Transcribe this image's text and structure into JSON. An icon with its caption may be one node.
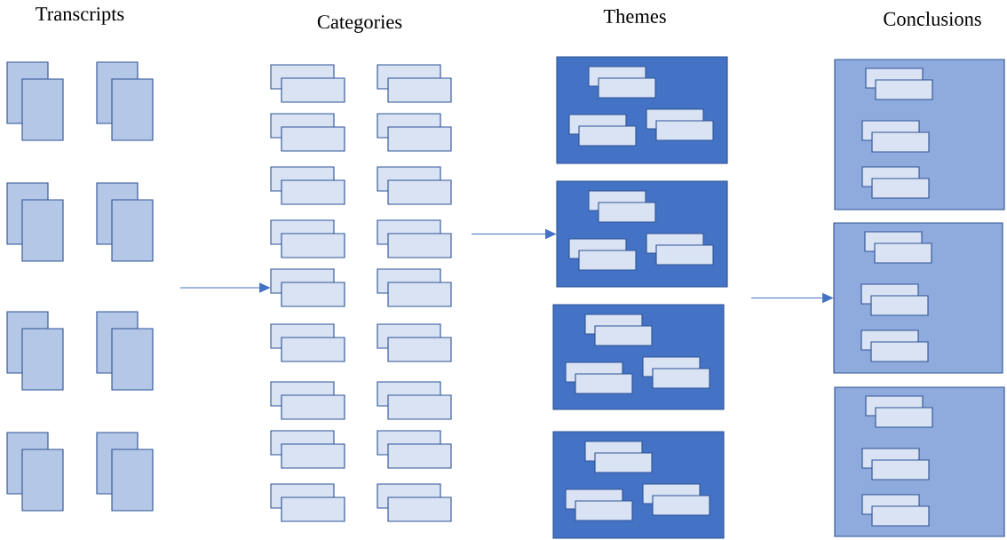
{
  "diagram": {
    "nodes": [
      {
        "text": [
          "Transcripts"
        ]
      },
      {
        "text": [],
        "shape": "box"
      },
      {
        "text": [],
        "shape": "box"
      },
      {
        "text": [],
        "shape": "box"
      },
      {
        "text": [],
        "shape": "box"
      },
      {
        "text": [],
        "shape": "box"
      },
      {
        "text": [],
        "shape": "box"
      },
      {
        "text": [],
        "shape": "box"
      },
      {
        "text": [],
        "shape": "box"
      },
      {
        "text": [
          "Categories"
        ]
      },
      {
        "text": [],
        "shape": "box"
      },
      {
        "text": [],
        "shape": "box"
      },
      {
        "text": [],
        "shape": "box"
      },
      {
        "text": [],
        "shape": "box"
      },
      {
        "text": [],
        "shape": "box"
      },
      {
        "text": [],
        "shape": "box"
      },
      {
        "text": [],
        "shape": "box"
      },
      {
        "text": [],
        "shape": "box"
      },
      {
        "text": [],
        "shape": "box"
      },
      {
        "text": [],
        "shape": "box"
      },
      {
        "text": [],
        "shape": "box"
      },
      {
        "text": [],
        "shape": "box"
      },
      {
        "text": [],
        "shape": "box"
      },
      {
        "text": [],
        "shape": "box"
      },
      {
        "text": [],
        "shape": "box"
      },
      {
        "text": [],
        "shape": "box"
      },
      {
        "text": [],
        "shape": "box"
      },
      {
        "text": [],
        "shape": "box"
      },
      {
        "text": [
          "Themes"
        ]
      },
      {
        "text": [],
        "shape": "box"
      },
      {
        "text": [],
        "shape": "box",
        "in": 29
      },
      {
        "text": [],
        "shape": "box",
        "in": 29
      },
      {
        "text": [],
        "shape": "box",
        "in": 29
      },
      {
        "text": [],
        "shape": "box"
      },
      {
        "text": [],
        "shape": "box",
        "in": 33
      },
      {
        "text": [],
        "shape": "box",
        "in": 33
      },
      {
        "text": [],
        "shape": "box",
        "in": 33
      },
      {
        "text": [],
        "shape": "box"
      },
      {
        "text": [],
        "shape": "box",
        "in": 37
      },
      {
        "text": [],
        "shape": "box",
        "in": 37
      },
      {
        "text": [],
        "shape": "box",
        "in": 37
      },
      {
        "text": [],
        "shape": "box"
      },
      {
        "text": [],
        "shape": "box",
        "in": 41
      },
      {
        "text": [],
        "shape": "box",
        "in": 41
      },
      {
        "text": [],
        "shape": "box",
        "in": 41
      },
      {
        "text": [
          "Conclusions"
        ]
      },
      {
        "text": [],
        "shape": "box"
      },
      {
        "text": [],
        "shape": "box",
        "in": 46
      },
      {
        "text": [],
        "shape": "box",
        "in": 46
      },
      {
        "text": [],
        "shape": "box",
        "in": 46
      },
      {
        "text": [],
        "shape": "box"
      },
      {
        "text": [],
        "shape": "box",
        "in": 50
      },
      {
        "text": [],
        "shape": "box",
        "in": 50
      },
      {
        "text": [],
        "shape": "box",
        "in": 50
      },
      {
        "text": [],
        "shape": "box"
      },
      {
        "text": [],
        "shape": "box",
        "in": 54
      },
      {
        "text": [],
        "shape": "box",
        "in": 54
      },
      {
        "text": [],
        "shape": "box",
        "in": 54
      }
    ],
    "edges": [
      {
        "from": null,
        "to": 18,
        "arrow": "to"
      },
      {
        "from": null,
        "to": 33,
        "arrow": "to"
      },
      {
        "from": null,
        "to": 50,
        "arrow": "to"
      }
    ]
  }
}
